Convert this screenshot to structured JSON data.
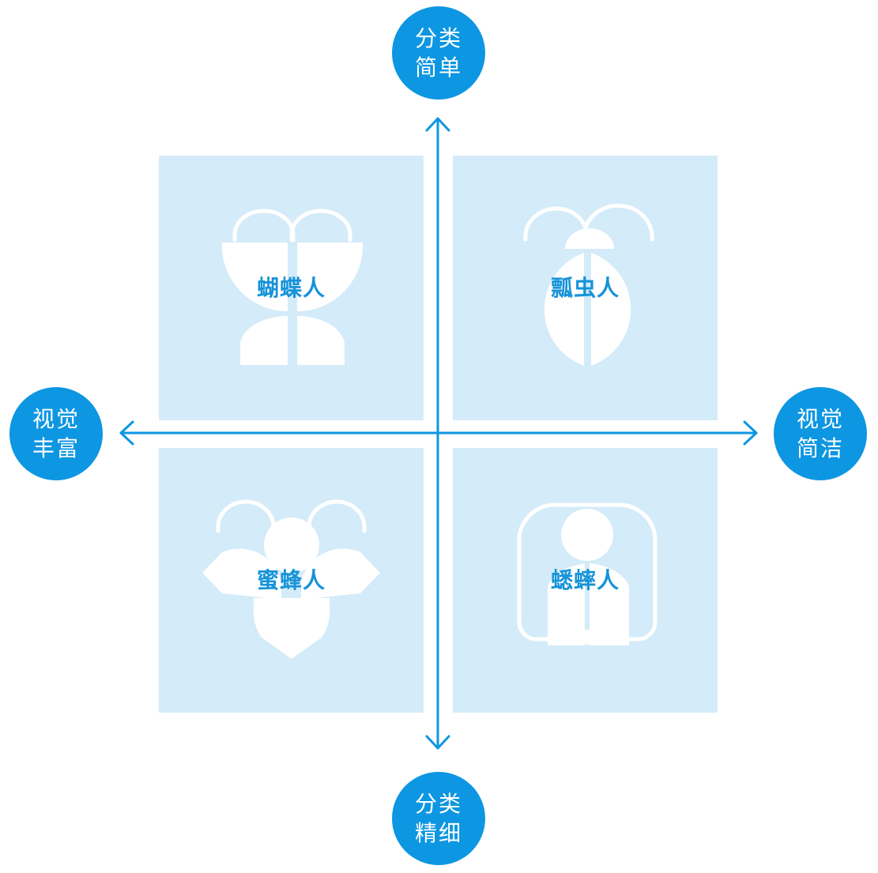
{
  "poles": {
    "top": {
      "line1": "分类",
      "line2": "简单"
    },
    "bottom": {
      "line1": "分类",
      "line2": "精细"
    },
    "left": {
      "line1": "视觉",
      "line2": "丰富"
    },
    "right": {
      "line1": "视觉",
      "line2": "简洁"
    }
  },
  "quadrants": {
    "top_left": {
      "label": "蝴蝶人",
      "icon": "butterfly-icon"
    },
    "top_right": {
      "label": "瓢虫人",
      "icon": "ladybug-icon"
    },
    "bottom_left": {
      "label": "蜜蜂人",
      "icon": "bee-icon"
    },
    "bottom_right": {
      "label": "蟋蟀人",
      "icon": "cricket-icon"
    }
  },
  "colors": {
    "quadrant_bg": "#d4ebf9",
    "pole_bg": "#0d96e2",
    "axis": "#0d96e2",
    "label": "#1693d8",
    "icon": "#ffffff"
  }
}
